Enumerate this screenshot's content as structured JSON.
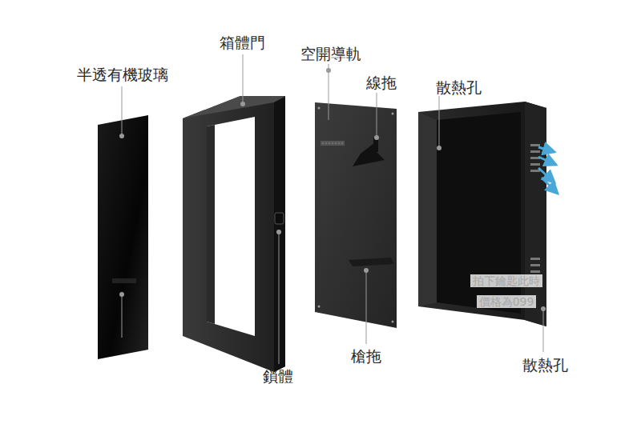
{
  "diagram": {
    "labels": [
      "半透有機玻璃",
      "箱體門",
      "空開導軌",
      "線拖",
      "散熱孔",
      "鎖體",
      "槍拖",
      "散熱孔",
      "拍下鑰匙此時",
      "價格為099"
    ]
  }
}
